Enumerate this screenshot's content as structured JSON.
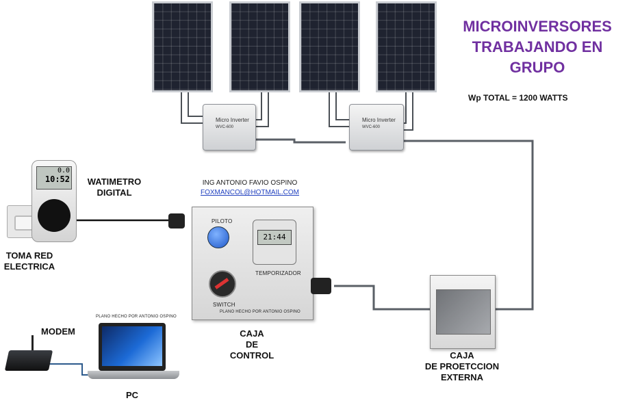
{
  "title": {
    "line1": "MICROINVERSORES",
    "line2": "TRABAJANDO EN",
    "line3": "GRUPO"
  },
  "wp_total": "Wp TOTAL = 1200 WATTS",
  "author": {
    "name": "ING ANTONIO FAVIO OSPINO",
    "email": "FOXMANCOL@HOTMAIL.COM"
  },
  "labels": {
    "watimetro_1": "WATIMETRO",
    "watimetro_2": "DIGITAL",
    "toma_1": "TOMA RED",
    "toma_2": "ELECTRICA",
    "modem": "MODEM",
    "pc": "PC",
    "laptop_caption": "PLANO HECHO POR ANTONIO OSPINO",
    "caja_control_1": "CAJA",
    "caja_control_2": "DE",
    "caja_control_3": "CONTROL",
    "caja_ext_1": "CAJA",
    "caja_ext_2": "DE PROETCCION",
    "caja_ext_3": "EXTERNA",
    "piloto": "PILOTO",
    "temporizador": "TEMPORIZADOR",
    "switch": "SWITCH",
    "box_caption": "PLANO HECHO POR ANTONIO OSPINO",
    "inverter_brand": "Micro Inverter",
    "inverter_model": "WVC-600"
  },
  "meter_display": {
    "line1": "0.0",
    "line2": "10:52"
  },
  "timer_display": "21:44",
  "colors": {
    "title": "#7030a0",
    "wire": "#555b61",
    "panel": "#1f2330",
    "link": "#1f3fbf"
  }
}
